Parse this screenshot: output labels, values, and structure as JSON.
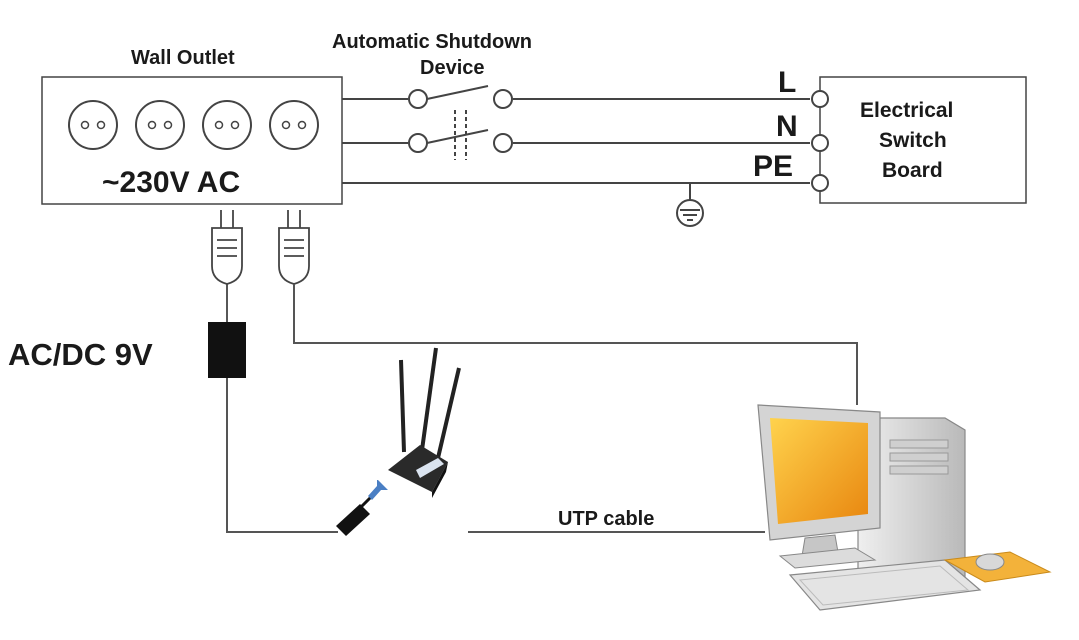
{
  "labels": {
    "wall_outlet": "Wall Outlet",
    "shutdown_line1": "Automatic Shutdown",
    "shutdown_line2": "Device",
    "voltage": "~230V AC",
    "line_L": "L",
    "line_N": "N",
    "line_PE": "PE",
    "board_line1": "Electrical",
    "board_line2": "Switch",
    "board_line3": "Board",
    "adapter": "AC/DC 9V",
    "utp": "UTP cable"
  },
  "colors": {
    "line": "#444444",
    "adapter": "#111111",
    "monitor_screen": "#f5a21a",
    "pc_body": "#d9d9d9",
    "mousepad": "#f3b23a",
    "router": "#222222"
  },
  "icons": {
    "ground": "ground-symbol-icon",
    "router": "router-icon",
    "computer": "desktop-computer-icon",
    "plug": "plug-icon"
  }
}
